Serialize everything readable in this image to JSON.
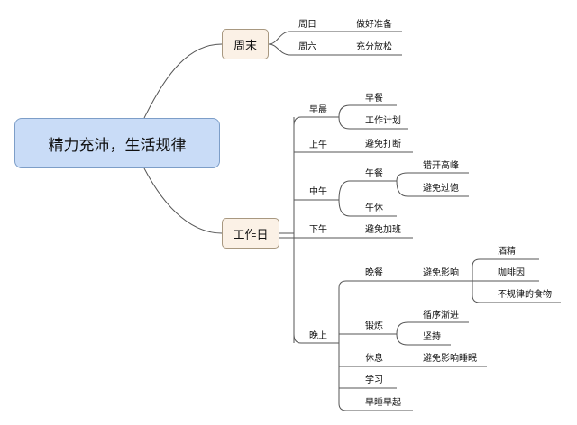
{
  "root": "精力充沛，生活规律",
  "weekend": {
    "label": "周末",
    "sunday": {
      "label": "周日",
      "item": "做好准备"
    },
    "saturday": {
      "label": "周六",
      "item": "充分放松"
    }
  },
  "workday": {
    "label": "工作日",
    "morning": {
      "label": "早晨",
      "items": [
        "早餐",
        "工作计划"
      ]
    },
    "forenoon": {
      "label": "上午",
      "item": "避免打断"
    },
    "noon": {
      "label": "中午",
      "lunch": {
        "label": "午餐",
        "items": [
          "错开高峰",
          "避免过饱"
        ]
      },
      "nap": "午休"
    },
    "afternoon": {
      "label": "下午",
      "item": "避免加班"
    },
    "evening": {
      "label": "晚上",
      "dinner": {
        "label": "晚餐",
        "sub": "避免影响",
        "items": [
          "酒精",
          "咖啡因",
          "不规律的食物"
        ]
      },
      "exercise": {
        "label": "锻炼",
        "items": [
          "循序渐进",
          "坚持"
        ]
      },
      "rest": {
        "label": "休息",
        "item": "避免影响睡眠"
      },
      "study": "学习",
      "early": "早睡早起"
    }
  }
}
